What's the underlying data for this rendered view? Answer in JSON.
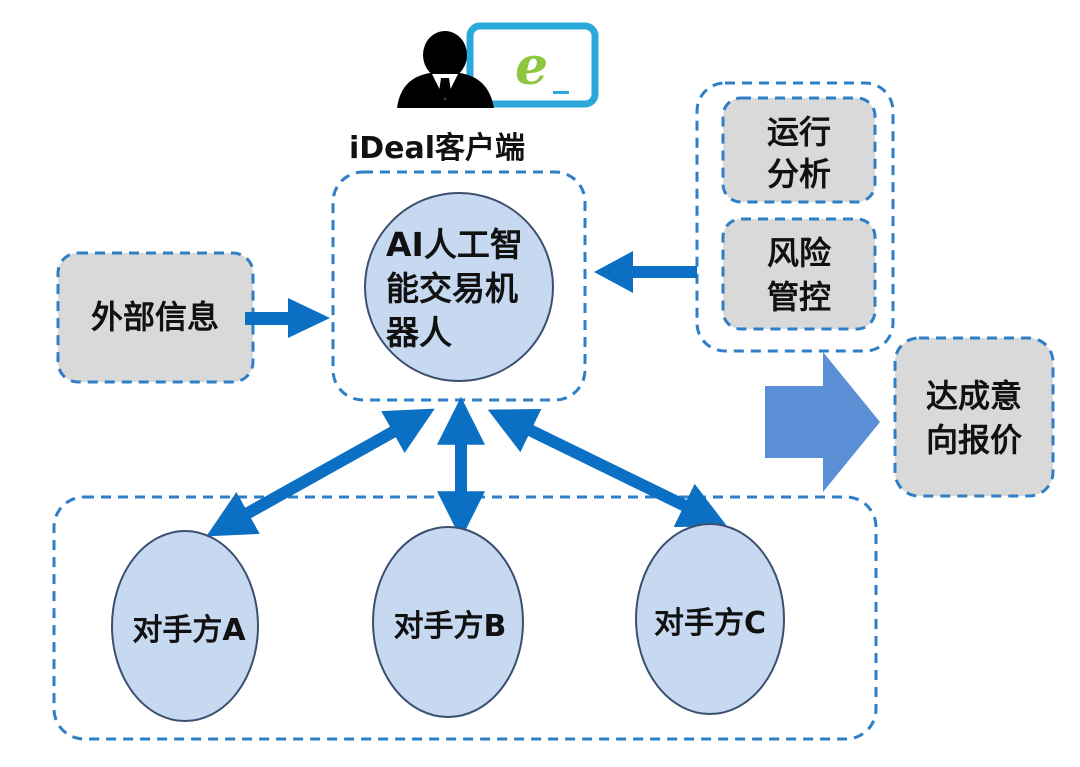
{
  "title": "iDeal客户端",
  "colors": {
    "dash": "#2E7FC8",
    "arrow": "#0B6FC4",
    "big_arrow": "#5B8FD6",
    "node_fill": "#C6D9F1",
    "node_stroke": "#3D4F6E",
    "box_fill": "#D9D9D9",
    "monitor": "#2AA8DB",
    "e_logo": "#8DC63F"
  },
  "client_icon": {
    "name": "person-with-monitor-icon",
    "logo_letter": "e"
  },
  "center_node": {
    "lines": [
      "AI人工智",
      "能交易机",
      "器人"
    ]
  },
  "external_info": {
    "label": "外部信息"
  },
  "right_group": {
    "items": [
      {
        "lines": [
          "运行",
          "分析"
        ]
      },
      {
        "lines": [
          "风险",
          "管控"
        ]
      }
    ]
  },
  "result": {
    "lines": [
      "达成意",
      "向报价"
    ]
  },
  "counterparties": [
    {
      "label": "对手方A"
    },
    {
      "label": "对手方B"
    },
    {
      "label": "对手方C"
    }
  ]
}
